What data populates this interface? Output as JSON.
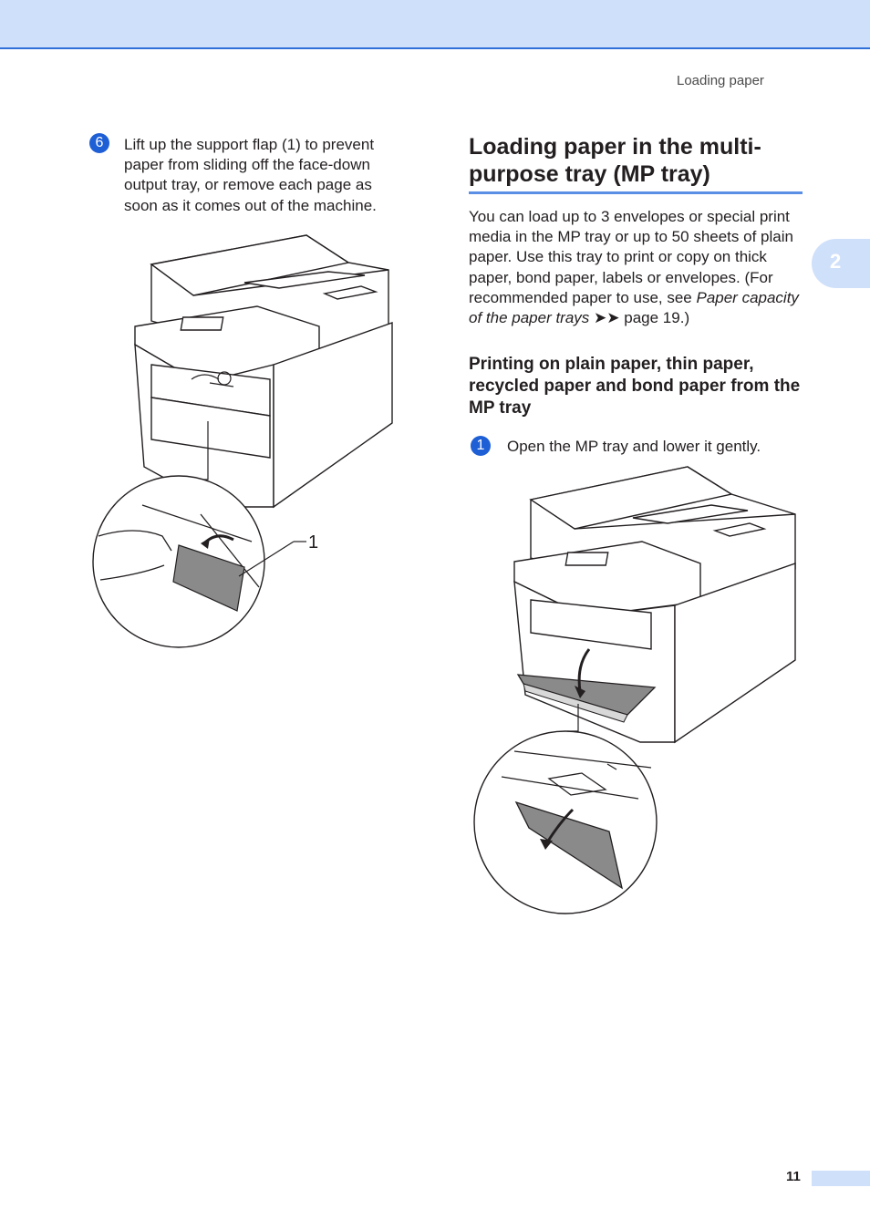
{
  "header": {
    "running_head": "Loading paper"
  },
  "chapter_tab": {
    "number": "2"
  },
  "left_column": {
    "step_number": "6",
    "step_text": "Lift up the support flap (1) to prevent paper from sliding off the face-down output tray, or remove each page as soon as it comes out of the machine.",
    "figure_callout": "1"
  },
  "right_column": {
    "heading": "Loading paper in the multi-purpose tray (MP tray)",
    "intro_part1": "You can load up to 3 envelopes or special print media in the MP tray or up to 50 sheets of plain paper. Use this tray to print or copy on thick paper, bond paper, labels or envelopes. (For recommended paper to use, see ",
    "intro_link": "Paper capacity of the paper trays",
    "intro_arrows": "➤➤",
    "intro_part2": " page 19.)",
    "subheading": "Printing on plain paper, thin paper, recycled paper and bond paper from the MP tray",
    "step_number": "1",
    "step_text": "Open the MP tray and lower it gently."
  },
  "footer": {
    "page_number": "11"
  },
  "colors": {
    "accent_blue": "#1f5fd6",
    "band_blue": "#cfe0fb",
    "rule_blue": "#5b8fe6"
  }
}
